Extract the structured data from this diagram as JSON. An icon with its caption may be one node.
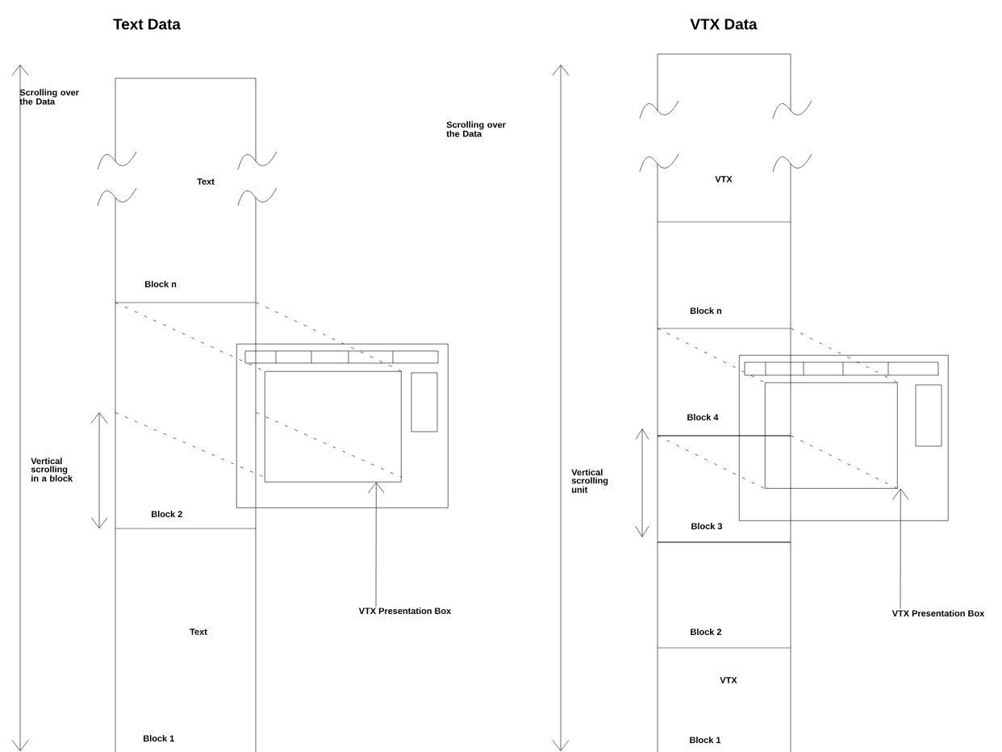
{
  "diagram": {
    "nodes": [
      {
        "text": [
          "Text Data"
        ]
      },
      {
        "text": [
          "Text",
          "Block n"
        ],
        "in": 0
      },
      {
        "text": [
          "Block 2"
        ],
        "in": 0
      },
      {
        "text": [
          "Text",
          "Block 1"
        ],
        "in": 0
      },
      {
        "text": [],
        "shape": "box"
      },
      {
        "text": [],
        "shape": "box",
        "in": 4
      },
      {
        "text": [
          "VTX Presentation Box"
        ]
      },
      {
        "text": [
          "VTX Data"
        ]
      },
      {
        "text": [
          "VTX"
        ],
        "in": 7
      },
      {
        "text": [
          "Block n"
        ],
        "in": 7
      },
      {
        "text": [
          "Block 4"
        ],
        "in": 7
      },
      {
        "text": [
          "Block 3"
        ],
        "in": 7
      },
      {
        "text": [
          "Block 2"
        ],
        "in": 7
      },
      {
        "text": [
          "VTX",
          "Block 1"
        ],
        "in": 7
      },
      {
        "text": [],
        "shape": "box"
      },
      {
        "text": [],
        "shape": "box",
        "in": 14
      },
      {
        "text": [
          "VTX Presentation Box"
        ]
      }
    ],
    "edges": [
      {
        "from": 6,
        "to": 5,
        "arrow": "to"
      },
      {
        "from": 2,
        "to": 5,
        "arrow": "none",
        "style": "dashed"
      },
      {
        "from": 2,
        "to": 5,
        "arrow": "none",
        "style": "dashed"
      },
      {
        "from": 2,
        "to": 5,
        "arrow": "none",
        "style": "dashed"
      },
      {
        "from": 2,
        "to": 5,
        "arrow": "none",
        "style": "dashed"
      },
      {
        "from": 16,
        "to": 15,
        "arrow": "to"
      },
      {
        "from": 10,
        "to": 15,
        "arrow": "none",
        "style": "dashed"
      },
      {
        "from": 10,
        "to": 15,
        "arrow": "none",
        "style": "dashed"
      },
      {
        "from": 11,
        "to": 15,
        "arrow": "none",
        "style": "dashed"
      },
      {
        "from": 11,
        "to": 15,
        "arrow": "none",
        "style": "dashed"
      }
    ],
    "labels": [
      "Scrolling over the Data",
      "Vertical scrolling in a block",
      "Scrolling over the Data",
      "Vertical scrolling unit"
    ]
  }
}
